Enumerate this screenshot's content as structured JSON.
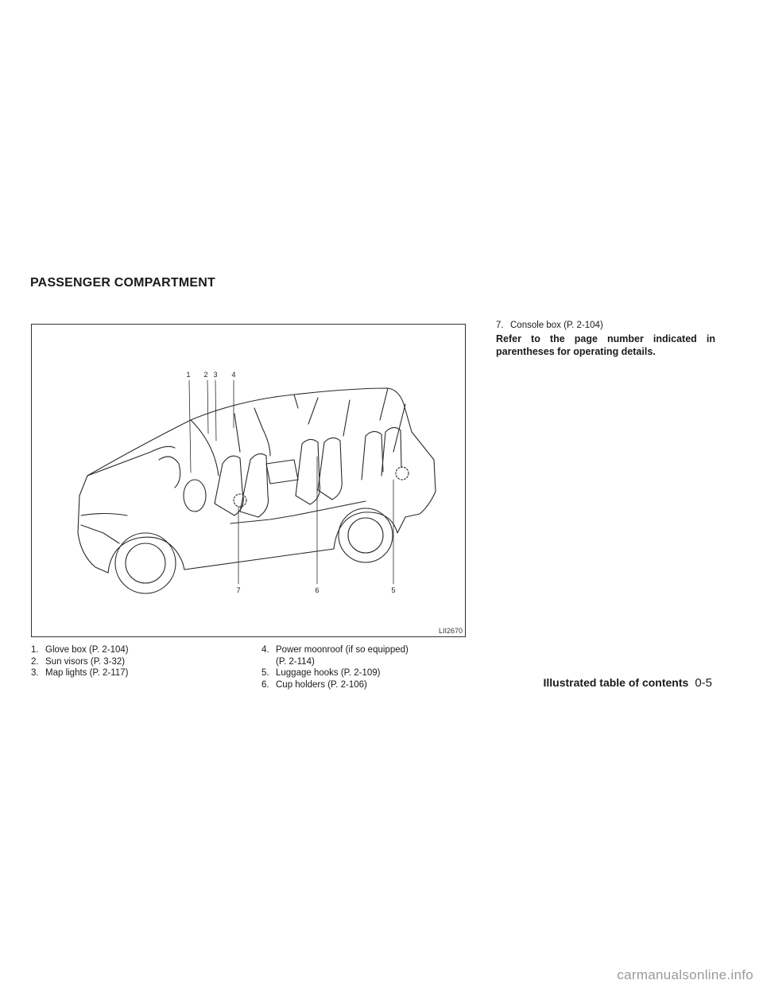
{
  "section": {
    "title": "PASSENGER COMPARTMENT"
  },
  "figure": {
    "id": "LII2670",
    "callouts": [
      "1",
      "2",
      "3",
      "4",
      "5",
      "6",
      "7"
    ]
  },
  "legend": {
    "items": [
      {
        "num": "1.",
        "text": "Glove box (P. 2-104)"
      },
      {
        "num": "2.",
        "text": "Sun visors (P. 3-32)"
      },
      {
        "num": "3.",
        "text": "Map lights (P. 2-117)"
      },
      {
        "num": "4.",
        "text": "Power moonroof (if so equipped)",
        "cont": "(P. 2-114)"
      },
      {
        "num": "5.",
        "text": "Luggage hooks (P. 2-109)"
      },
      {
        "num": "6.",
        "text": "Cup holders (P. 2-106)"
      },
      {
        "num": "7.",
        "text": "Console box (P. 2-104)"
      }
    ]
  },
  "note": "Refer to the page number indicated in parentheses for operating details.",
  "footer": {
    "chapter": "Illustrated table of contents",
    "page": "0-5"
  },
  "watermark": "carmanualsonline.info"
}
